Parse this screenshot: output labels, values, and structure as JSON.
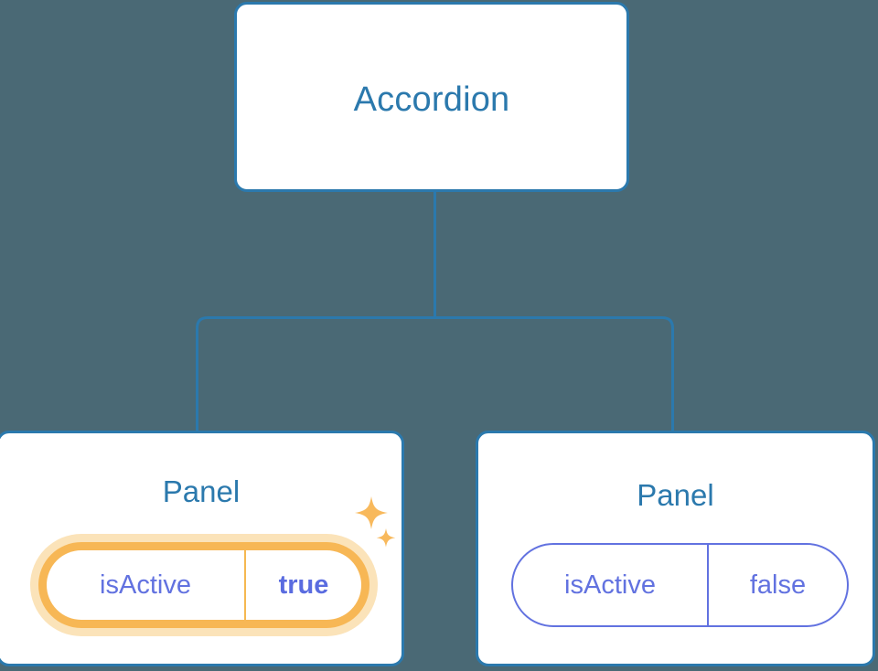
{
  "diagram": {
    "type": "component-tree",
    "background_color": "#4a6975",
    "node_border_color": "#2b79ad",
    "node_title_color": "#2b79ad",
    "connector_color": "#2b79ad",
    "prop_text_color": "#6272e0",
    "highlight_ring_color": "#f7b755",
    "highlight_glow_color": "#fbe3b9",
    "highlight_value_color": "#5a6ce0",
    "sparkle_color": "#f8b95c"
  },
  "root": {
    "title": "Accordion"
  },
  "panels": [
    {
      "title": "Panel",
      "prop_key": "isActive",
      "prop_value": "true",
      "highlighted": true
    },
    {
      "title": "Panel",
      "prop_key": "isActive",
      "prop_value": "false",
      "highlighted": false
    }
  ],
  "icons": {
    "sparkle_large": "sparkle-icon",
    "sparkle_small": "sparkle-icon"
  }
}
